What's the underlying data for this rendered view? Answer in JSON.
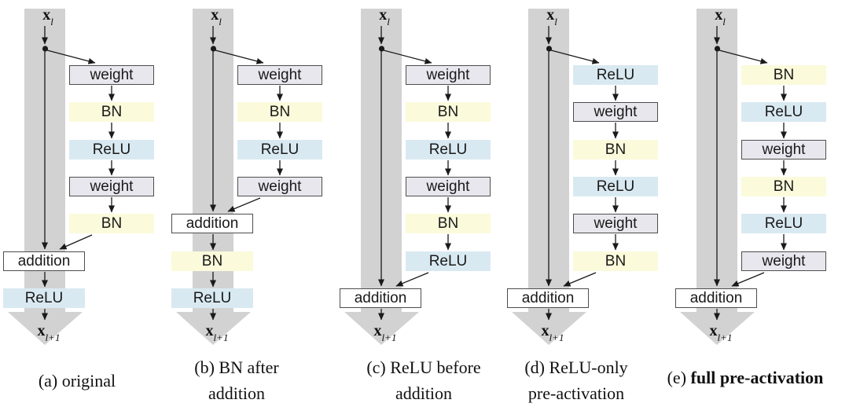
{
  "labels": {
    "input_var": "x",
    "input_sub": "l",
    "output_var": "x",
    "output_sub": "l+1",
    "addition": "addition"
  },
  "node_labels": {
    "weight": "weight",
    "bn": "BN",
    "relu": "ReLU"
  },
  "colors": {
    "skip_band": "#d2d2d2",
    "weight_fill": "#e9e7ee",
    "bn_fill": "#fbfadb",
    "relu_fill": "#d9e9f1",
    "addition_fill": "#ffffff",
    "box_border": "#4d4d4d",
    "line": "#1a1a1a",
    "text": "#1a1a1a"
  },
  "columns": [
    {
      "id": "a",
      "branch": [
        "weight",
        "bn",
        "relu",
        "weight",
        "bn"
      ],
      "main_after_addition": [
        "relu"
      ],
      "caption_lines": [
        {
          "t": "(a) original",
          "b": ""
        }
      ]
    },
    {
      "id": "b",
      "branch": [
        "weight",
        "bn",
        "relu",
        "weight"
      ],
      "main_after_addition": [
        "bn",
        "relu"
      ],
      "caption_lines": [
        {
          "t": "(b) BN after",
          "b": ""
        },
        {
          "t": "addition",
          "b": ""
        }
      ]
    },
    {
      "id": "c",
      "branch": [
        "weight",
        "bn",
        "relu",
        "weight",
        "bn",
        "relu"
      ],
      "main_after_addition": [],
      "caption_lines": [
        {
          "t": "(c) ReLU before",
          "b": ""
        },
        {
          "t": "addition",
          "b": ""
        }
      ]
    },
    {
      "id": "d",
      "branch": [
        "relu",
        "weight",
        "bn",
        "relu",
        "weight",
        "bn"
      ],
      "main_after_addition": [],
      "caption_lines": [
        {
          "t": "(d) ReLU-only",
          "b": ""
        },
        {
          "t": "pre-activation",
          "b": ""
        }
      ]
    },
    {
      "id": "e",
      "branch": [
        "bn",
        "relu",
        "weight",
        "bn",
        "relu",
        "weight"
      ],
      "main_after_addition": [],
      "caption_lines": [
        {
          "t": "(e) ",
          "b": "full pre-activation"
        }
      ]
    }
  ]
}
